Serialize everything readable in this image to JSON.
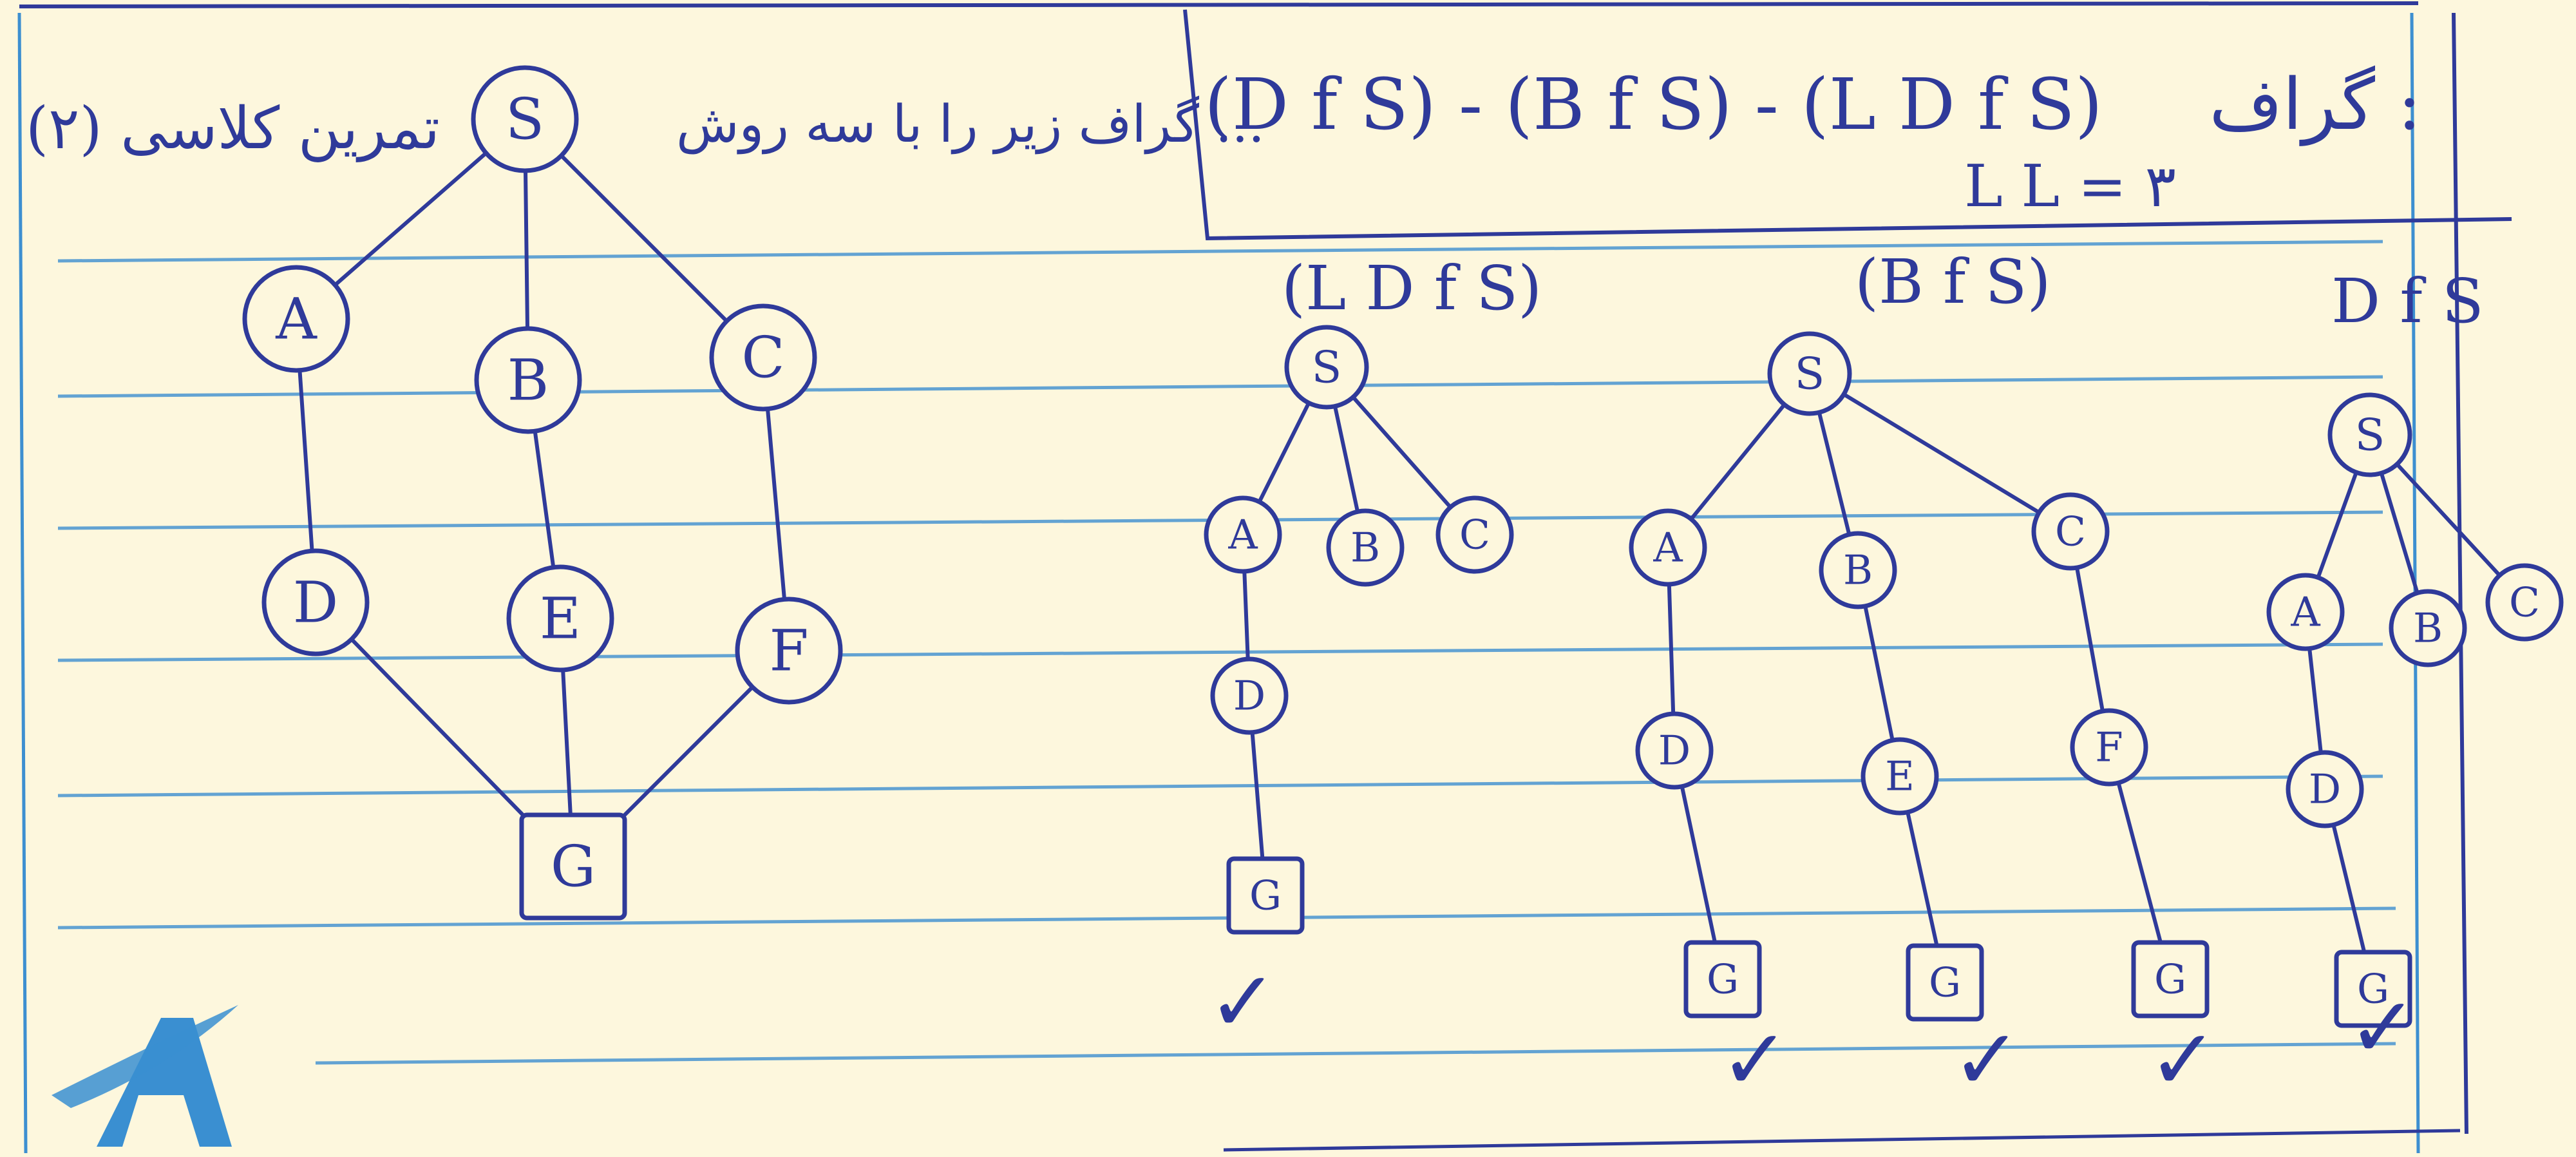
{
  "heading": {
    "right_label": "گراف :",
    "right_expression": "(D f S) - (B f S) - (L D f S)",
    "sub_expression": "L L = ۳",
    "left_label": "تمرین کلاسی (۲)",
    "middle_label": "گراف زیر را با سه روش ..."
  },
  "graph": {
    "nodes": [
      "S",
      "A",
      "B",
      "C",
      "D",
      "E",
      "F",
      "G"
    ],
    "edges": [
      [
        "S",
        "A"
      ],
      [
        "S",
        "B"
      ],
      [
        "S",
        "C"
      ],
      [
        "A",
        "D"
      ],
      [
        "B",
        "E"
      ],
      [
        "C",
        "F"
      ],
      [
        "D",
        "G"
      ],
      [
        "E",
        "G"
      ],
      [
        "F",
        "G"
      ]
    ]
  },
  "trees": [
    {
      "label": "(L D f S)",
      "root": "S",
      "level1": [
        "A",
        "B",
        "C"
      ],
      "paths": [
        [
          "A",
          "D",
          "G"
        ]
      ],
      "check": "✓"
    },
    {
      "label": "(B f S)",
      "root": "S",
      "level1": [
        "A",
        "B",
        "C"
      ],
      "paths": [
        [
          "A",
          "D",
          "G"
        ],
        [
          "B",
          "E",
          "G"
        ],
        [
          "C",
          "F",
          "G"
        ]
      ],
      "check": "✓"
    },
    {
      "label": "D f S",
      "root": "S",
      "level1": [
        "A",
        "B",
        "C"
      ],
      "paths": [
        [
          "A",
          "D",
          "G"
        ]
      ],
      "check": "✓"
    }
  ],
  "logo_letter": "A",
  "colors": {
    "paper": "#fdf7dd",
    "ink": "#2f3a9a",
    "rule_line": "#3d8fd0",
    "logo": "#3a8fd1"
  }
}
